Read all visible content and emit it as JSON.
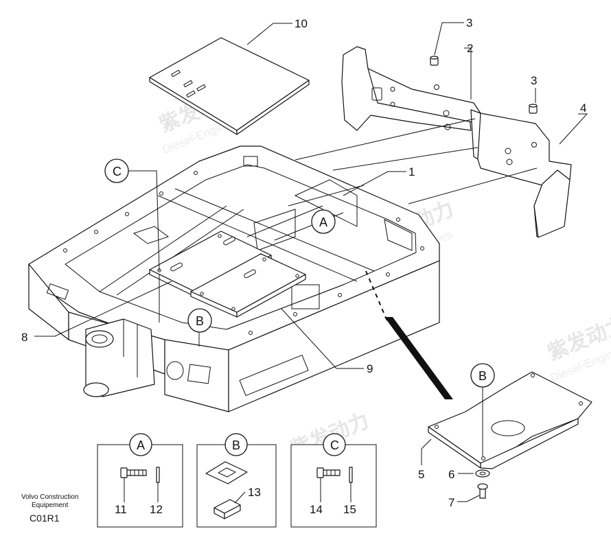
{
  "watermark": {
    "brand": "紫发动力",
    "sub": "Diesel-Engines"
  },
  "callouts": {
    "c1": "1",
    "c2": "2",
    "c3a": "3",
    "c3b": "3",
    "c4": "4",
    "c5": "5",
    "c6": "6",
    "c7": "7",
    "c8": "8",
    "c9": "9",
    "c10": "10",
    "c11": "11",
    "c12": "12",
    "c13": "13",
    "c14": "14",
    "c15": "15"
  },
  "bubbles": {
    "a_main": "A",
    "b_main": "B",
    "c_main": "C",
    "b_plate": "B",
    "a_box": "A",
    "b_box": "B",
    "c_box": "C"
  },
  "caption": {
    "maker_line1": "Volvo Construction",
    "maker_line2": "Equipement",
    "code": "C01R1"
  }
}
